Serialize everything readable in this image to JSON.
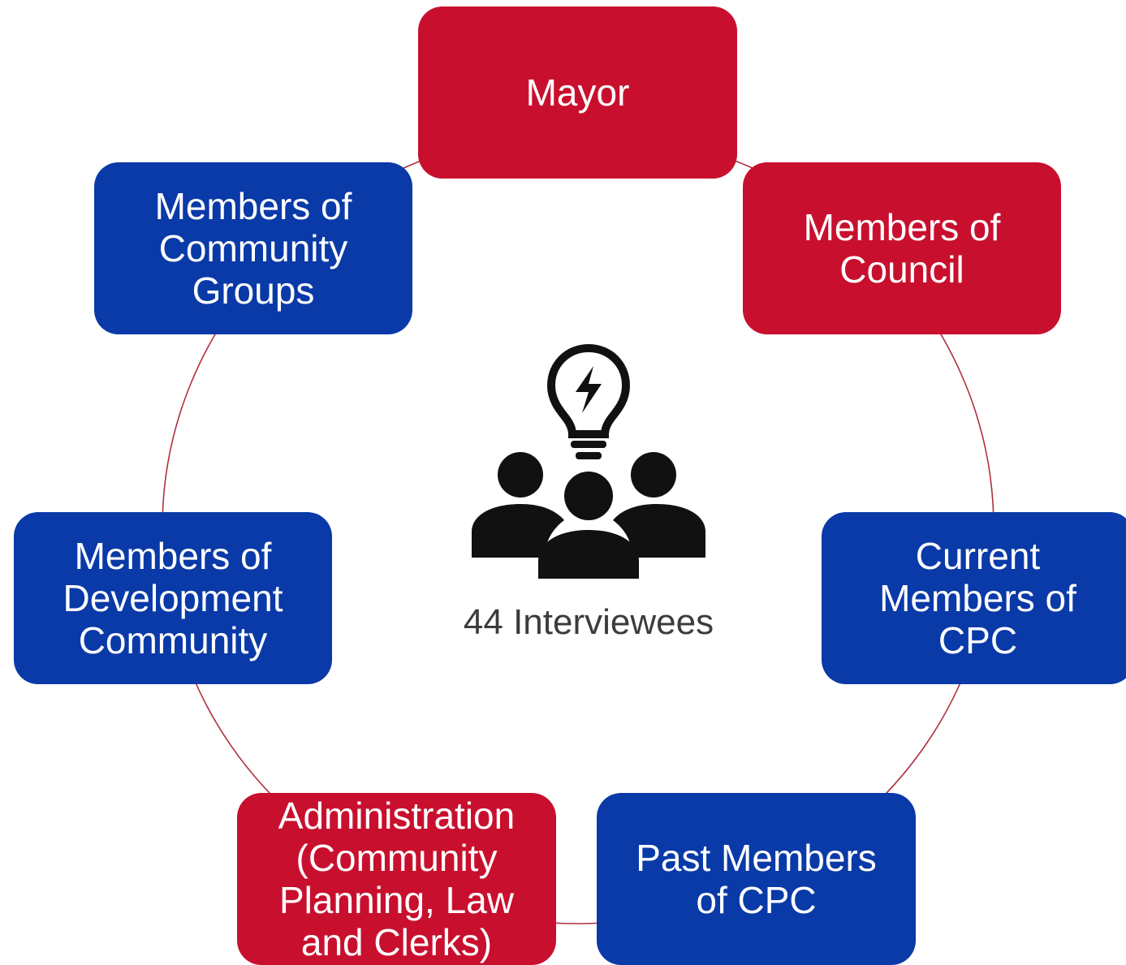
{
  "center": {
    "label": "44 Interviewees",
    "icon": "group-idea-icon"
  },
  "colors": {
    "red": "#c8102e",
    "blue": "#0a3aa8",
    "connector": "#b03040"
  },
  "nodes": [
    {
      "id": "mayor",
      "label": "Mayor",
      "color": "red"
    },
    {
      "id": "council",
      "label": "Members of\nCouncil",
      "color": "red"
    },
    {
      "id": "current-cpc",
      "label": "Current\nMembers of\nCPC",
      "color": "blue"
    },
    {
      "id": "past-cpc",
      "label": "Past Members\nof CPC",
      "color": "blue"
    },
    {
      "id": "admin",
      "label": "Administration\n(Community\nPlanning, Law\nand Clerks)",
      "color": "red"
    },
    {
      "id": "dev",
      "label": "Members of\nDevelopment\nCommunity",
      "color": "blue"
    },
    {
      "id": "community",
      "label": "Members of\nCommunity\nGroups",
      "color": "blue"
    }
  ]
}
